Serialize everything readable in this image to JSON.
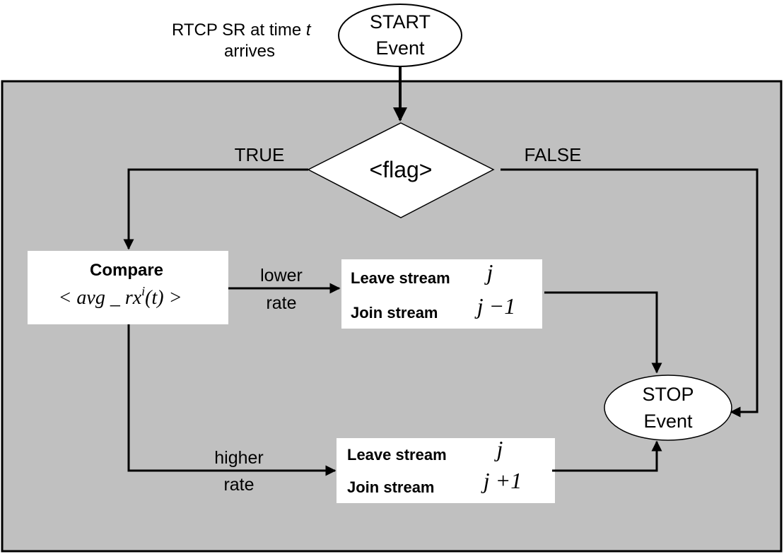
{
  "start": {
    "trigger_text_line1": "RTCP SR at time ",
    "trigger_text_var": "t",
    "trigger_text_line2": "arrives",
    "node_line1": "START",
    "node_line2": "Event"
  },
  "decision": {
    "label": "<flag>",
    "true_label": "TRUE",
    "false_label": "FALSE"
  },
  "compare": {
    "title": "Compare",
    "formula_prefix": "< avg _ rx",
    "formula_sup": "i",
    "formula_suffix": "(t) >"
  },
  "lower_path": {
    "label_line1": "lower",
    "label_line2": "rate",
    "leave_label": "Leave stream",
    "leave_value": "j",
    "join_label": "Join stream",
    "join_value": "j −1"
  },
  "higher_path": {
    "label_line1": "higher",
    "label_line2": "rate",
    "leave_label": "Leave stream",
    "leave_value": "j",
    "join_label": "Join stream",
    "join_value": "j +1"
  },
  "stop": {
    "node_line1": "STOP",
    "node_line2": "Event"
  },
  "colors": {
    "container_fill": "#c0c0c0",
    "stroke": "#000000",
    "box_fill": "#ffffff"
  }
}
